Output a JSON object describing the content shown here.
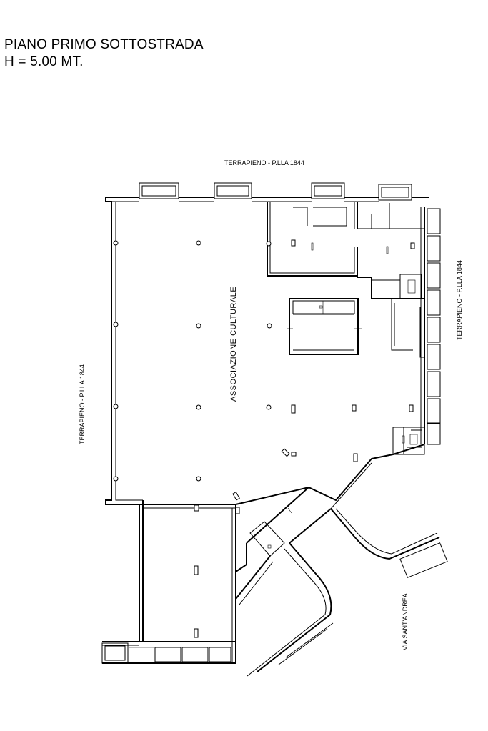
{
  "header": {
    "title": "PIANO PRIMO SOTTOSTRADA",
    "height_label": "H = 5.00 MT."
  },
  "plan": {
    "label_top": "TERRAPIENO - P.LLA 1844",
    "label_right": "TERRAPIENO - P.LLA 1844",
    "label_left": "TERRAPIENO - P.LLA 1844",
    "main_room": "ASSOCIAZIONE CULTURALE",
    "street": "VIA SANT'ANDREA"
  }
}
